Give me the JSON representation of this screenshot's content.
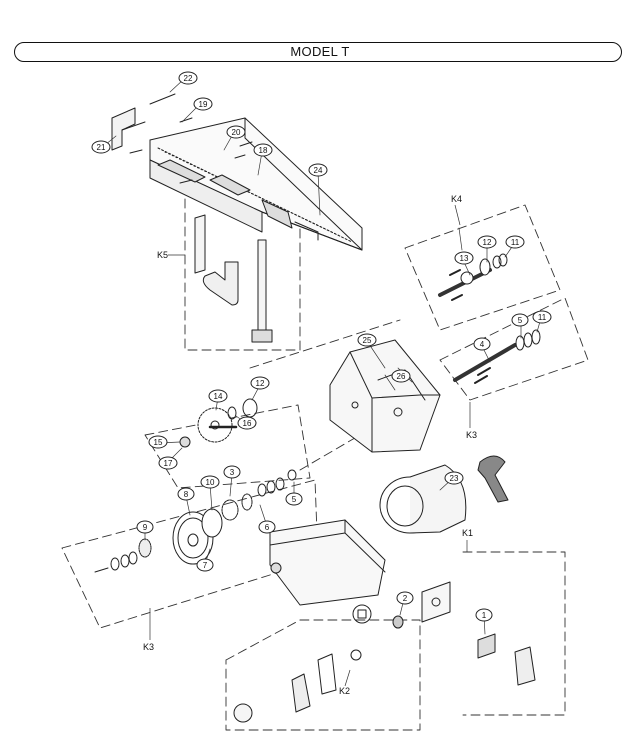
{
  "title": "MODEL T",
  "callouts": [
    "22",
    "19",
    "21",
    "20",
    "18",
    "24",
    "13",
    "12",
    "11",
    "5",
    "11",
    "4",
    "25",
    "26",
    "12",
    "14",
    "16",
    "15",
    "17",
    "3",
    "10",
    "8",
    "9",
    "6",
    "5",
    "7",
    "23",
    "2",
    "1"
  ],
  "kit_labels": [
    "K4",
    "K5",
    "K3",
    "K1",
    "K3",
    "K2"
  ]
}
